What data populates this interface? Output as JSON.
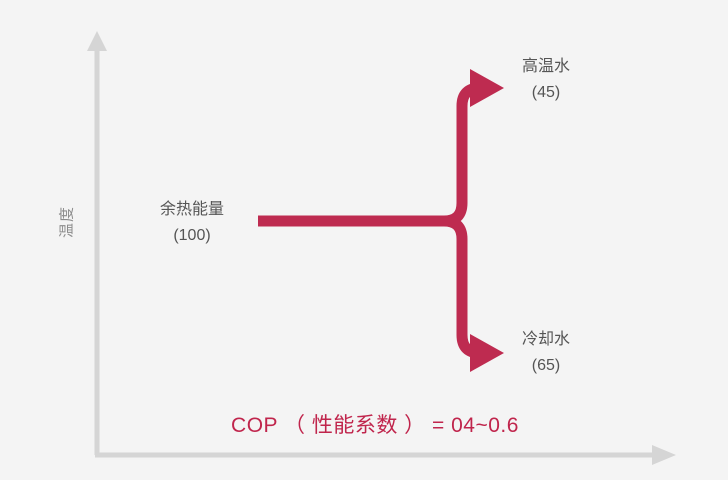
{
  "diagram": {
    "background_color": "#f4f4f4",
    "accent_color": "#be2b50",
    "axis_color": "#d5d5d5",
    "label_color": "#555555",
    "axis_label_color": "#8c8c8c"
  },
  "axes": {
    "y_caption": "温度",
    "x_arrow_name": "x-axis-arrow",
    "y_arrow_name": "y-axis-arrow"
  },
  "nodes": {
    "input": {
      "name": "余热能量",
      "value": "(100)"
    },
    "output_hot": {
      "name": "高温水",
      "value": "(45)"
    },
    "output_cool": {
      "name": "冷却水",
      "value": "(65)"
    }
  },
  "formula": {
    "text": "COP （ 性能系数 ） = 04~0.6"
  },
  "chart_data": {
    "type": "diagram",
    "title": "",
    "xlabel": "",
    "ylabel": "温度",
    "flows": [
      {
        "label": "余热能量",
        "value": 100,
        "direction": "input"
      },
      {
        "label": "高温水",
        "value": 45,
        "direction": "output-up"
      },
      {
        "label": "冷却水",
        "value": 65,
        "direction": "output-down"
      }
    ],
    "annotations": [
      "COP （ 性能系数 ） = 04~0.6"
    ]
  }
}
